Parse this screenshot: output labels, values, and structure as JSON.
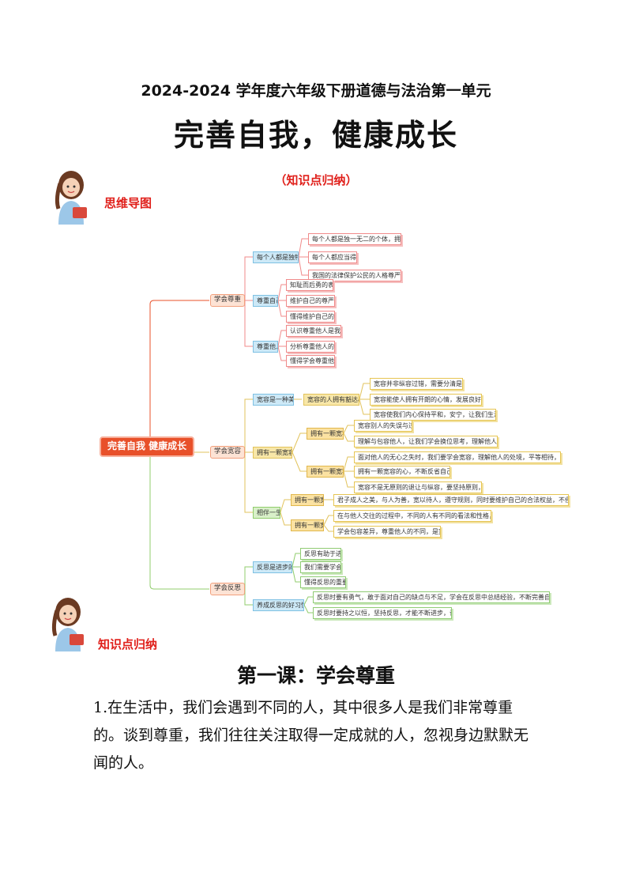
{
  "header": {
    "subtitle": "2024-2024 学年度六年级下册道德与法治第一单元",
    "title": "完善自我，健康成长",
    "tag": "（知识点归纳）"
  },
  "sections": {
    "mindmap_label": "思维导图",
    "summary_label": "知识点归纳"
  },
  "mindmap": {
    "root": "完善自我 健康成长",
    "branch1": {
      "label": "学会尊重",
      "sub": [
        "每个人都是独特的尊重",
        "尊重自己",
        "尊重他人"
      ],
      "leaves1": [
        "每个人都是独一无二的个体，拥有生命与人格尊严",
        "每个人都应当得到尊重",
        "我国的法律保护公民的人格尊严不受侵犯"
      ],
      "leaves2": [
        "知耻而后勇的表现",
        "维护自己的尊严与利益",
        "懂得维护自己的正当权益"
      ],
      "leaves3": [
        "认识尊重他人是我们的必要性",
        "分析尊重他人的具体行为",
        "懂得学会尊重他人的方法"
      ]
    },
    "branch2": {
      "label": "学会宽容",
      "sub": [
        "宽容是一种美德",
        "拥有一颗宽容之心",
        "相伴一生"
      ],
      "sub1_mid": "宽容的人拥有豁达心胸",
      "sub1_leaves": [
        "宽容并非纵容过错，需要分清是非善恶与界限",
        "宽容能使人拥有开朗的心情，发展良好的人际关系",
        "宽容使我们内心保持平和，安宁，让我们生活得幸福愉快"
      ],
      "sub2_mid1": "拥有一颗宽容之心",
      "sub2_mid2": "拥有一颗宽容之心",
      "sub2_leaves1": [
        "宽容别人的失误与过错",
        "理解与包容他人，让我们学会换位思考，理解他人，建立和谐的人际关系"
      ],
      "sub2_leaves2": [
        "面对他人的无心之失时，我们要学会宽容，理解他人的处境，平等相待，真诚待人，尊重他人",
        "拥有一颗宽容的心，不断反省自己，以平和的心态待人",
        "宽容不是无原则的退让与纵容，要坚持原则，明辨是非"
      ],
      "sub3_mid1": "拥有一颗宽容之心",
      "sub3_mid2": "拥有一颗宽容之心",
      "sub3_leaves1": [
        "君子成人之美，与人为善，宽以待人，遵守规则，同时要维护自己的合法权益，不侵犯他人，不人云亦云"
      ],
      "sub3_leaves2": [
        "在与他人交往的过程中，不同的人有不同的看法和性格，这需要我们学会包容与谅解",
        "学会包容差异，尊重他人的不同，是宽容的体现"
      ]
    },
    "branch3": {
      "label": "学会反思",
      "sub": [
        "反思是进步的阶梯",
        "养成反思的好习惯"
      ],
      "leaves1": [
        "反思有助于进步",
        "我们需要学会反思",
        "懂得反思的重要意义"
      ],
      "leaves2": [
        "反思时要有勇气，敢于面对自己的缺点与不足，学会在反思中总结经验，不断完善自己，养成良好的反思习惯",
        "反思时要持之以恒，坚持反思，才能不断进步，让自己变得更加优秀"
      ]
    }
  },
  "lesson": {
    "title": "第一课：学会尊重",
    "paragraph_line1": "1.在生活中，我们会遇到不同的人，其中很多人是我们非常尊重",
    "paragraph_line2": "的。谈到尊重，我们往往关注取得一定成就的人，忽视身边默默无",
    "paragraph_line3": "闻的人。"
  },
  "colors": {
    "accent_red": "#e0201b",
    "root_orange": "#e8502a",
    "branch_pink": "#f2a07d",
    "branch_yellow": "#e2c35c",
    "branch_green": "#90cc6c"
  }
}
